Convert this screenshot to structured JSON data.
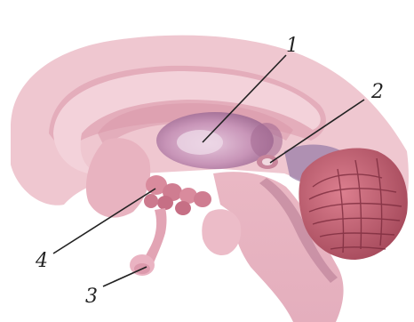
{
  "labels": {
    "l1": "1",
    "l2": "2",
    "l3": "3",
    "l4": "4"
  },
  "colors": {
    "background": "#ffffff",
    "tissue_light": "#f0c4ce",
    "tissue_mid": "#dc9eae",
    "tissue_dark": "#b06f8a",
    "thalamus": "#c88fb3",
    "cerebellum": "#c0586c",
    "leader_line": "#222222"
  }
}
